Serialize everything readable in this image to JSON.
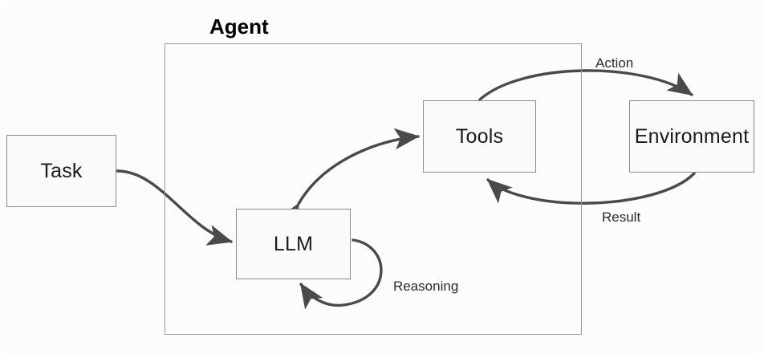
{
  "diagram": {
    "title": "Agent",
    "container_label": "Agent",
    "nodes": [
      {
        "id": "task",
        "label": "Task"
      },
      {
        "id": "llm",
        "label": "LLM"
      },
      {
        "id": "tools",
        "label": "Tools"
      },
      {
        "id": "environment",
        "label": "Environment"
      }
    ],
    "edges": [
      {
        "id": "task-to-llm",
        "from": "task",
        "to": "llm",
        "label": ""
      },
      {
        "id": "llm-tools",
        "from": "llm",
        "to": "tools",
        "label": "",
        "bidirectional": true
      },
      {
        "id": "llm-self",
        "from": "llm",
        "to": "llm",
        "label": "Reasoning"
      },
      {
        "id": "tools-to-environment",
        "from": "tools",
        "to": "environment",
        "label": "Action"
      },
      {
        "id": "environment-to-tools",
        "from": "environment",
        "to": "tools",
        "label": "Result"
      }
    ],
    "edge_labels": {
      "action": "Action",
      "result": "Result",
      "reasoning": "Reasoning"
    },
    "colors": {
      "page_background": "#fcfcfc",
      "node_fill": "#fafafa",
      "node_border": "#8a8a8a",
      "container_border": "#9a9a9a",
      "arrow": "#4a4a4a",
      "text": "#1a1a1a"
    }
  }
}
